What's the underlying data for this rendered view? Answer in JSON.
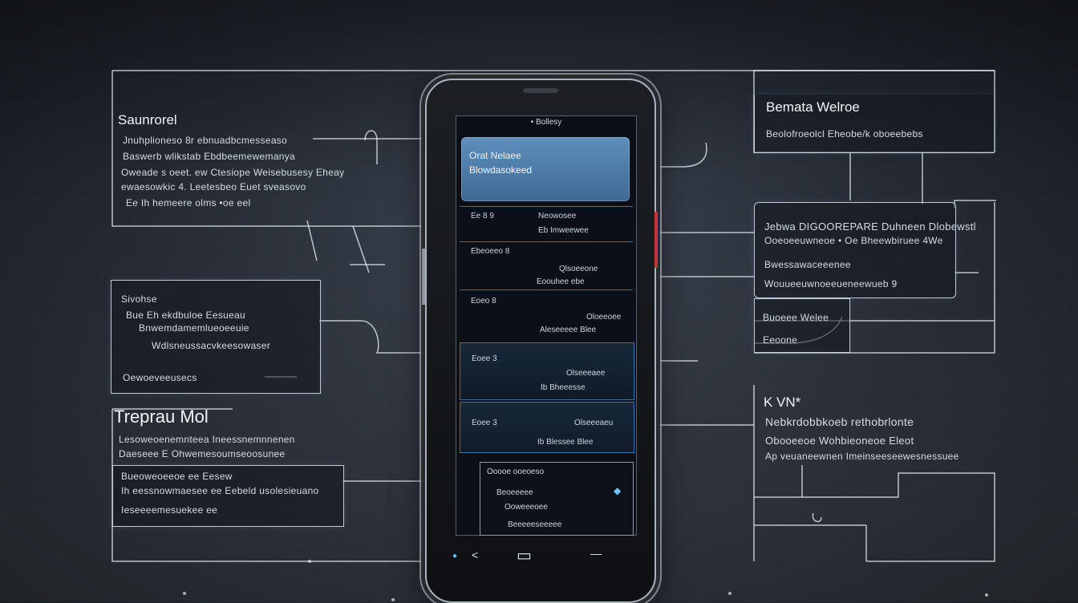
{
  "left_panels": {
    "top": {
      "title": "Saunrorel",
      "lines": [
        "Jnuhplioneso  8r  ebnuadbcmesseaso",
        "Baswerb  wlikstab  Ebdbeemewemanya",
        "Oweade  s  oeet.  ew  Ctesiope  Weisebusesy  Eheay",
        "ewaesowkic  4.  Leetesbeo  Euet  sveasovo",
        "Ee  Ih  hemeere  olms  •oe  eel"
      ]
    },
    "middle": {
      "title": "Sivohse",
      "lines": [
        "Bue  Eh  ekdbuloe  Eesueau",
        "Bnwemdamemlueoeeuie",
        "Wdlsneussacvkeesowaser",
        "Oewoeveeusecs"
      ]
    },
    "bottom": {
      "title": "Treprau  Mol",
      "lines": [
        "Lesoweoenemnteea  Ineessnemnnenen",
        "Daeseee  E  Ohwemesoumseoosunee",
        "Bueoweoeeoe  ee  Eesew",
        "Ih  eessnowmaesee  ee  Eebeld  usolesieuano",
        "Ieseeeemesuekee  ee"
      ]
    }
  },
  "right_panels": {
    "top": {
      "title": "Bemata  Welroe",
      "lines": [
        "Beolofroeolcl  Eheobe/k  oboeebebs"
      ]
    },
    "middle": {
      "title": "Jebwa  DIGOOREPARE  Duhneen  Dlobewstl",
      "lines": [
        "Ooeoeeuwneoe  •  Oe  Bheewbiruee  4We",
        "Bwessawaceeenee",
        "Wouueeuwnoeeueneewueb  9"
      ]
    },
    "small": {
      "title": "Buoeee  Welee",
      "lines": [
        "Eeoone"
      ]
    },
    "bottom": {
      "title": "K  VN*",
      "lines": [
        "Nebkrdobbkoeb  rethobrlonte",
        "Obooeeoe  Wohbieoneoe  Eleot",
        "Ap  veuaneewnen  Imeinseeseewesnessuee"
      ]
    }
  },
  "phone": {
    "status": "•  Bollesy",
    "hero": {
      "line1": "Orat  Nelaee",
      "line2": "Blowdasokeed"
    },
    "rows": [
      {
        "a": "Ee  8  9",
        "b": "Neowosee",
        "c": "Eb  Imweewee"
      },
      {
        "a": "Ebeoeeo  8",
        "b": "Qlsoeeone",
        "c": "Eoouhee  ebe"
      },
      {
        "a": "Eoeo  8",
        "b": "Oloeeoee",
        "c": "Aleseeeee  Blee"
      },
      {
        "a": "Eoee  3",
        "b": "Olseeeaee",
        "c": "Ib  Bheeesse"
      },
      {
        "a": "Eoee  3",
        "b": "Olseeeaeu",
        "c": "Ib  Blessee  Blee"
      }
    ],
    "card_panel": {
      "title": "Ooooe  ooeoeso",
      "lines": [
        "Beoeeeee",
        "Ooweeeoee",
        "Beeeeeseeeee"
      ]
    },
    "nav": {
      "left": "<",
      "home": "▭",
      "right": "—"
    }
  }
}
